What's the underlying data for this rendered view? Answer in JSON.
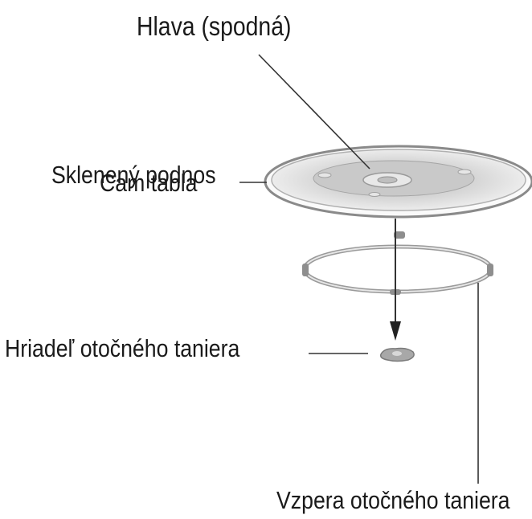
{
  "labels": {
    "head": "Hlava (spodná)",
    "glass_tray": "Sklenený podnos",
    "glass_tray_overlay": "Cam tabla",
    "shaft": "Hriadeľ otočného taniera",
    "support": "Vzpera otočného taniera"
  },
  "colors": {
    "line": "#333333",
    "tray_rim": "#8a8a8a",
    "tray_fill": "#e4e4e4",
    "ring": "#9a9a9a"
  },
  "icons": [
    "glass-tray-drawing",
    "roller-ring-drawing",
    "shaft-coupler-drawing"
  ]
}
